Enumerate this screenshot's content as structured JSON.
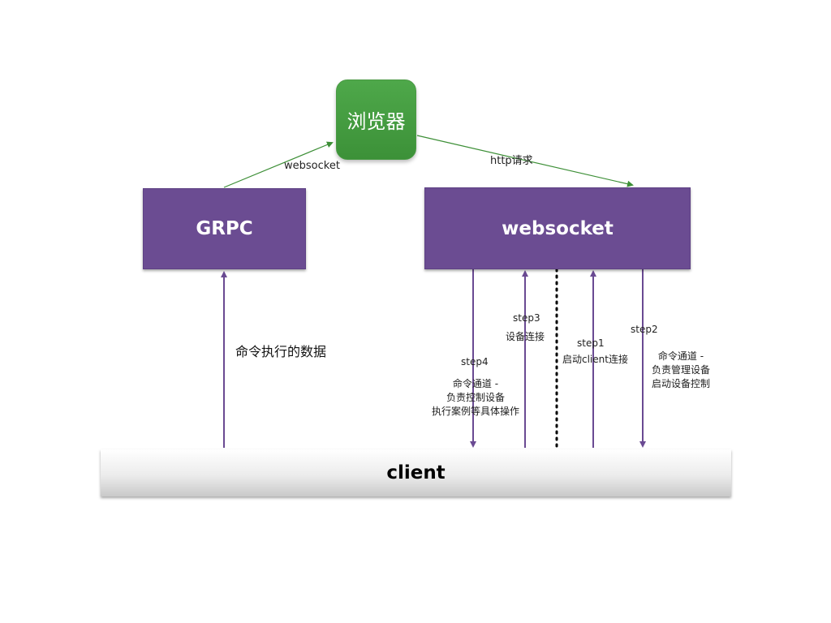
{
  "nodes": {
    "browser": "浏览器",
    "grpc": "GRPC",
    "websocket": "websocket",
    "client": "client"
  },
  "edges": {
    "grpc_to_browser": "websocket",
    "browser_to_websocket": "http请求"
  },
  "labels": {
    "command_data": "命令执行的数据",
    "step4": "step4",
    "step4_line1": "命令通道 -",
    "step4_line2": "负责控制设备",
    "step4_line3": "执行案例等具体操作",
    "step3": "step3",
    "step3_desc": "设备连接",
    "step1": "step1",
    "step1_desc": "启动client连接",
    "step2": "step2",
    "step2_line1": "命令通道 -",
    "step2_line2": "负责管理设备",
    "step2_line3": "启动设备控制"
  },
  "colors": {
    "purple": "#6b4c92",
    "green": "#4ea84a",
    "arrow_purple": "#6a4a92",
    "arrow_green": "#3d8f37"
  }
}
